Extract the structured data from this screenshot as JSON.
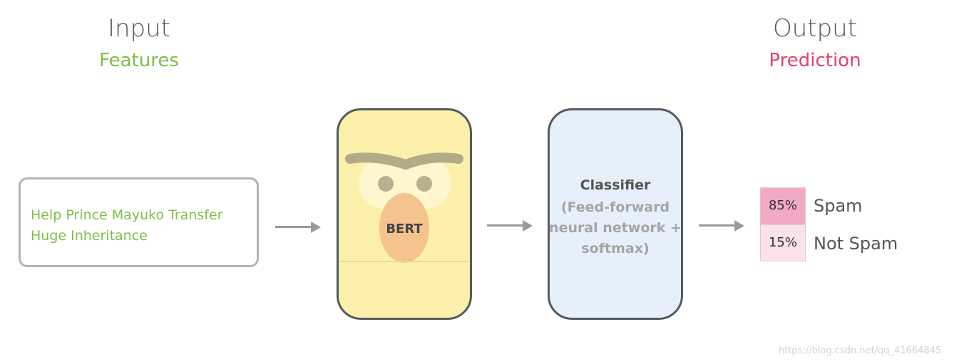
{
  "input": {
    "title": "Input",
    "subtitle": "Features",
    "text": "Help Prince Mayuko Transfer Huge Inheritance"
  },
  "bert": {
    "label": "BERT"
  },
  "classifier": {
    "title": "Classifier",
    "description": "(Feed-forward neural network + softmax)"
  },
  "output": {
    "title": "Output",
    "subtitle": "Prediction",
    "predictions": [
      {
        "value": "85%",
        "label": "Spam"
      },
      {
        "value": "15%",
        "label": "Not Spam"
      }
    ]
  },
  "watermark": "https://blog.csdn.net/qq_41664845",
  "colors": {
    "features_green": "#7cc04b",
    "prediction_pink": "#e0436b",
    "bert_yellow": "#fdf0aa",
    "classifier_blue": "#e6f0fb",
    "spam_cell": "#f2a9c5",
    "not_spam_cell": "#fbe1ea"
  }
}
